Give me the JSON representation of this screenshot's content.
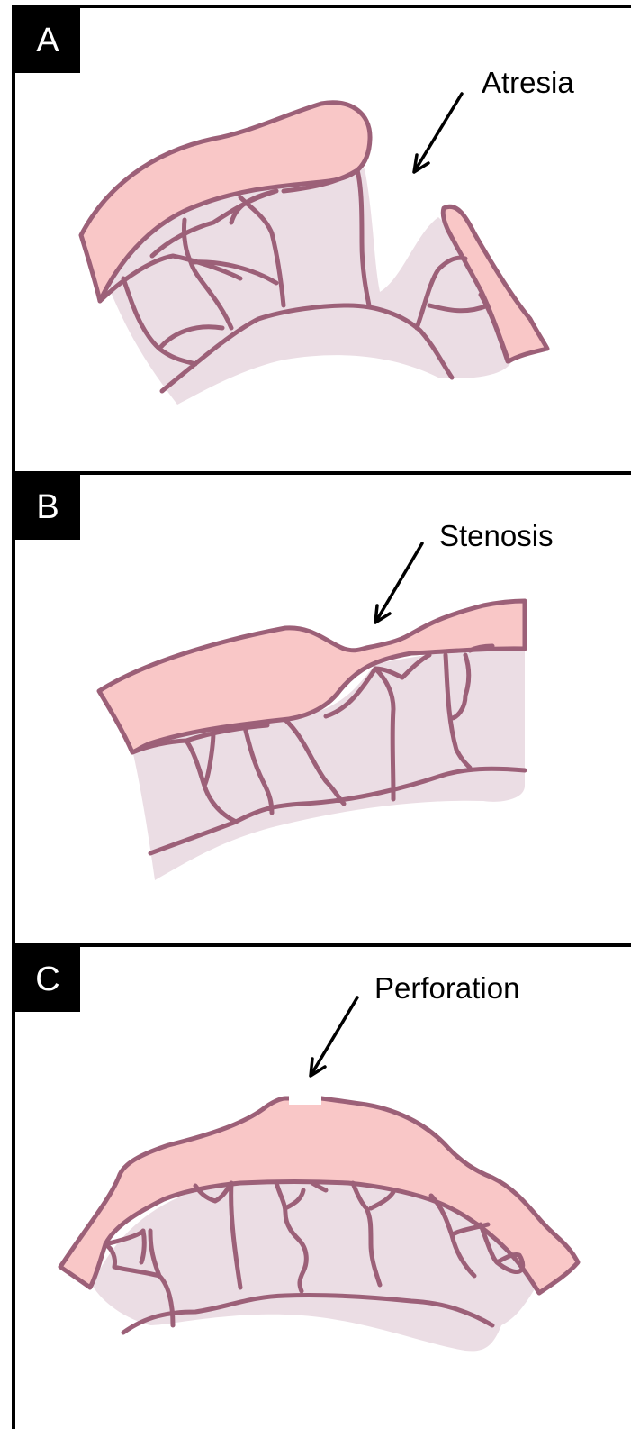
{
  "panels": [
    {
      "badge": "A",
      "label": "Atresia"
    },
    {
      "badge": "B",
      "label": "Stenosis"
    },
    {
      "badge": "C",
      "label": "Perforation"
    }
  ],
  "colors": {
    "panel_border": "#000000",
    "badge_background": "#000000",
    "badge_text": "#ffffff",
    "intestinal_wall": "#f9c7c7",
    "mucosa": "#ebdde4",
    "outline": "#9c6078"
  }
}
